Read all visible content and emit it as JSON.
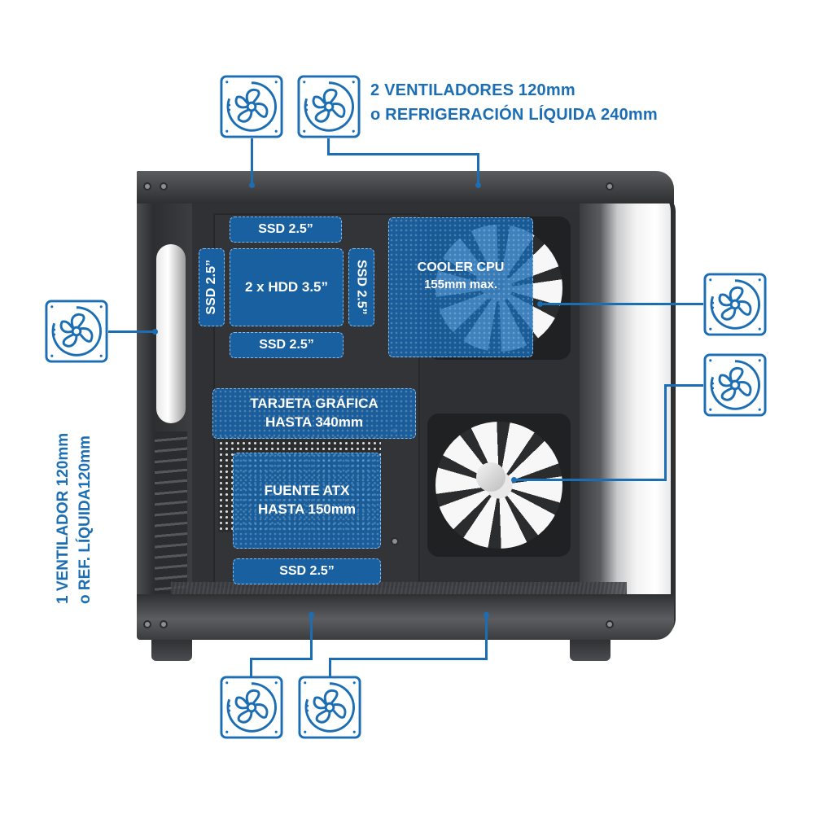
{
  "colors": {
    "accent_blue": "#1c6eb4",
    "label_fill": "#1666b0",
    "label_text": "#ffffff",
    "case_dark": "#3b3d40",
    "background": "#ffffff"
  },
  "callouts": {
    "top": {
      "line1": "2 VENTILADORES 120mm",
      "line2": "o REFRIGERACIÓN LÍQUIDA 240mm",
      "icons": [
        "fan-icon",
        "fan-icon"
      ]
    },
    "left": {
      "line1": "1 VENTILADOR 120mm",
      "line2": "o REF. LÍQUIDA120mm",
      "icons": [
        "fan-icon"
      ]
    },
    "right": {
      "icons": [
        "fan-icon",
        "fan-icon"
      ]
    },
    "bottom": {
      "icons": [
        "fan-icon",
        "fan-icon"
      ]
    }
  },
  "zones": {
    "ssd_top": "SSD 2.5”",
    "ssd_left_vertical": "SSD 2.5”",
    "hdd": "2 x HDD 3.5”",
    "ssd_right_vertical": "SSD 2.5”",
    "ssd_middle": "SSD 2.5”",
    "cooler_line1": "COOLER CPU",
    "cooler_line2": "155mm max.",
    "gpu_line1": "TARJETA GRÁFICA",
    "gpu_line2": "HASTA 340mm",
    "psu_line1": "FUENTE ATX",
    "psu_line2": "HASTA 150mm",
    "ssd_bottom": "SSD 2.5”"
  }
}
